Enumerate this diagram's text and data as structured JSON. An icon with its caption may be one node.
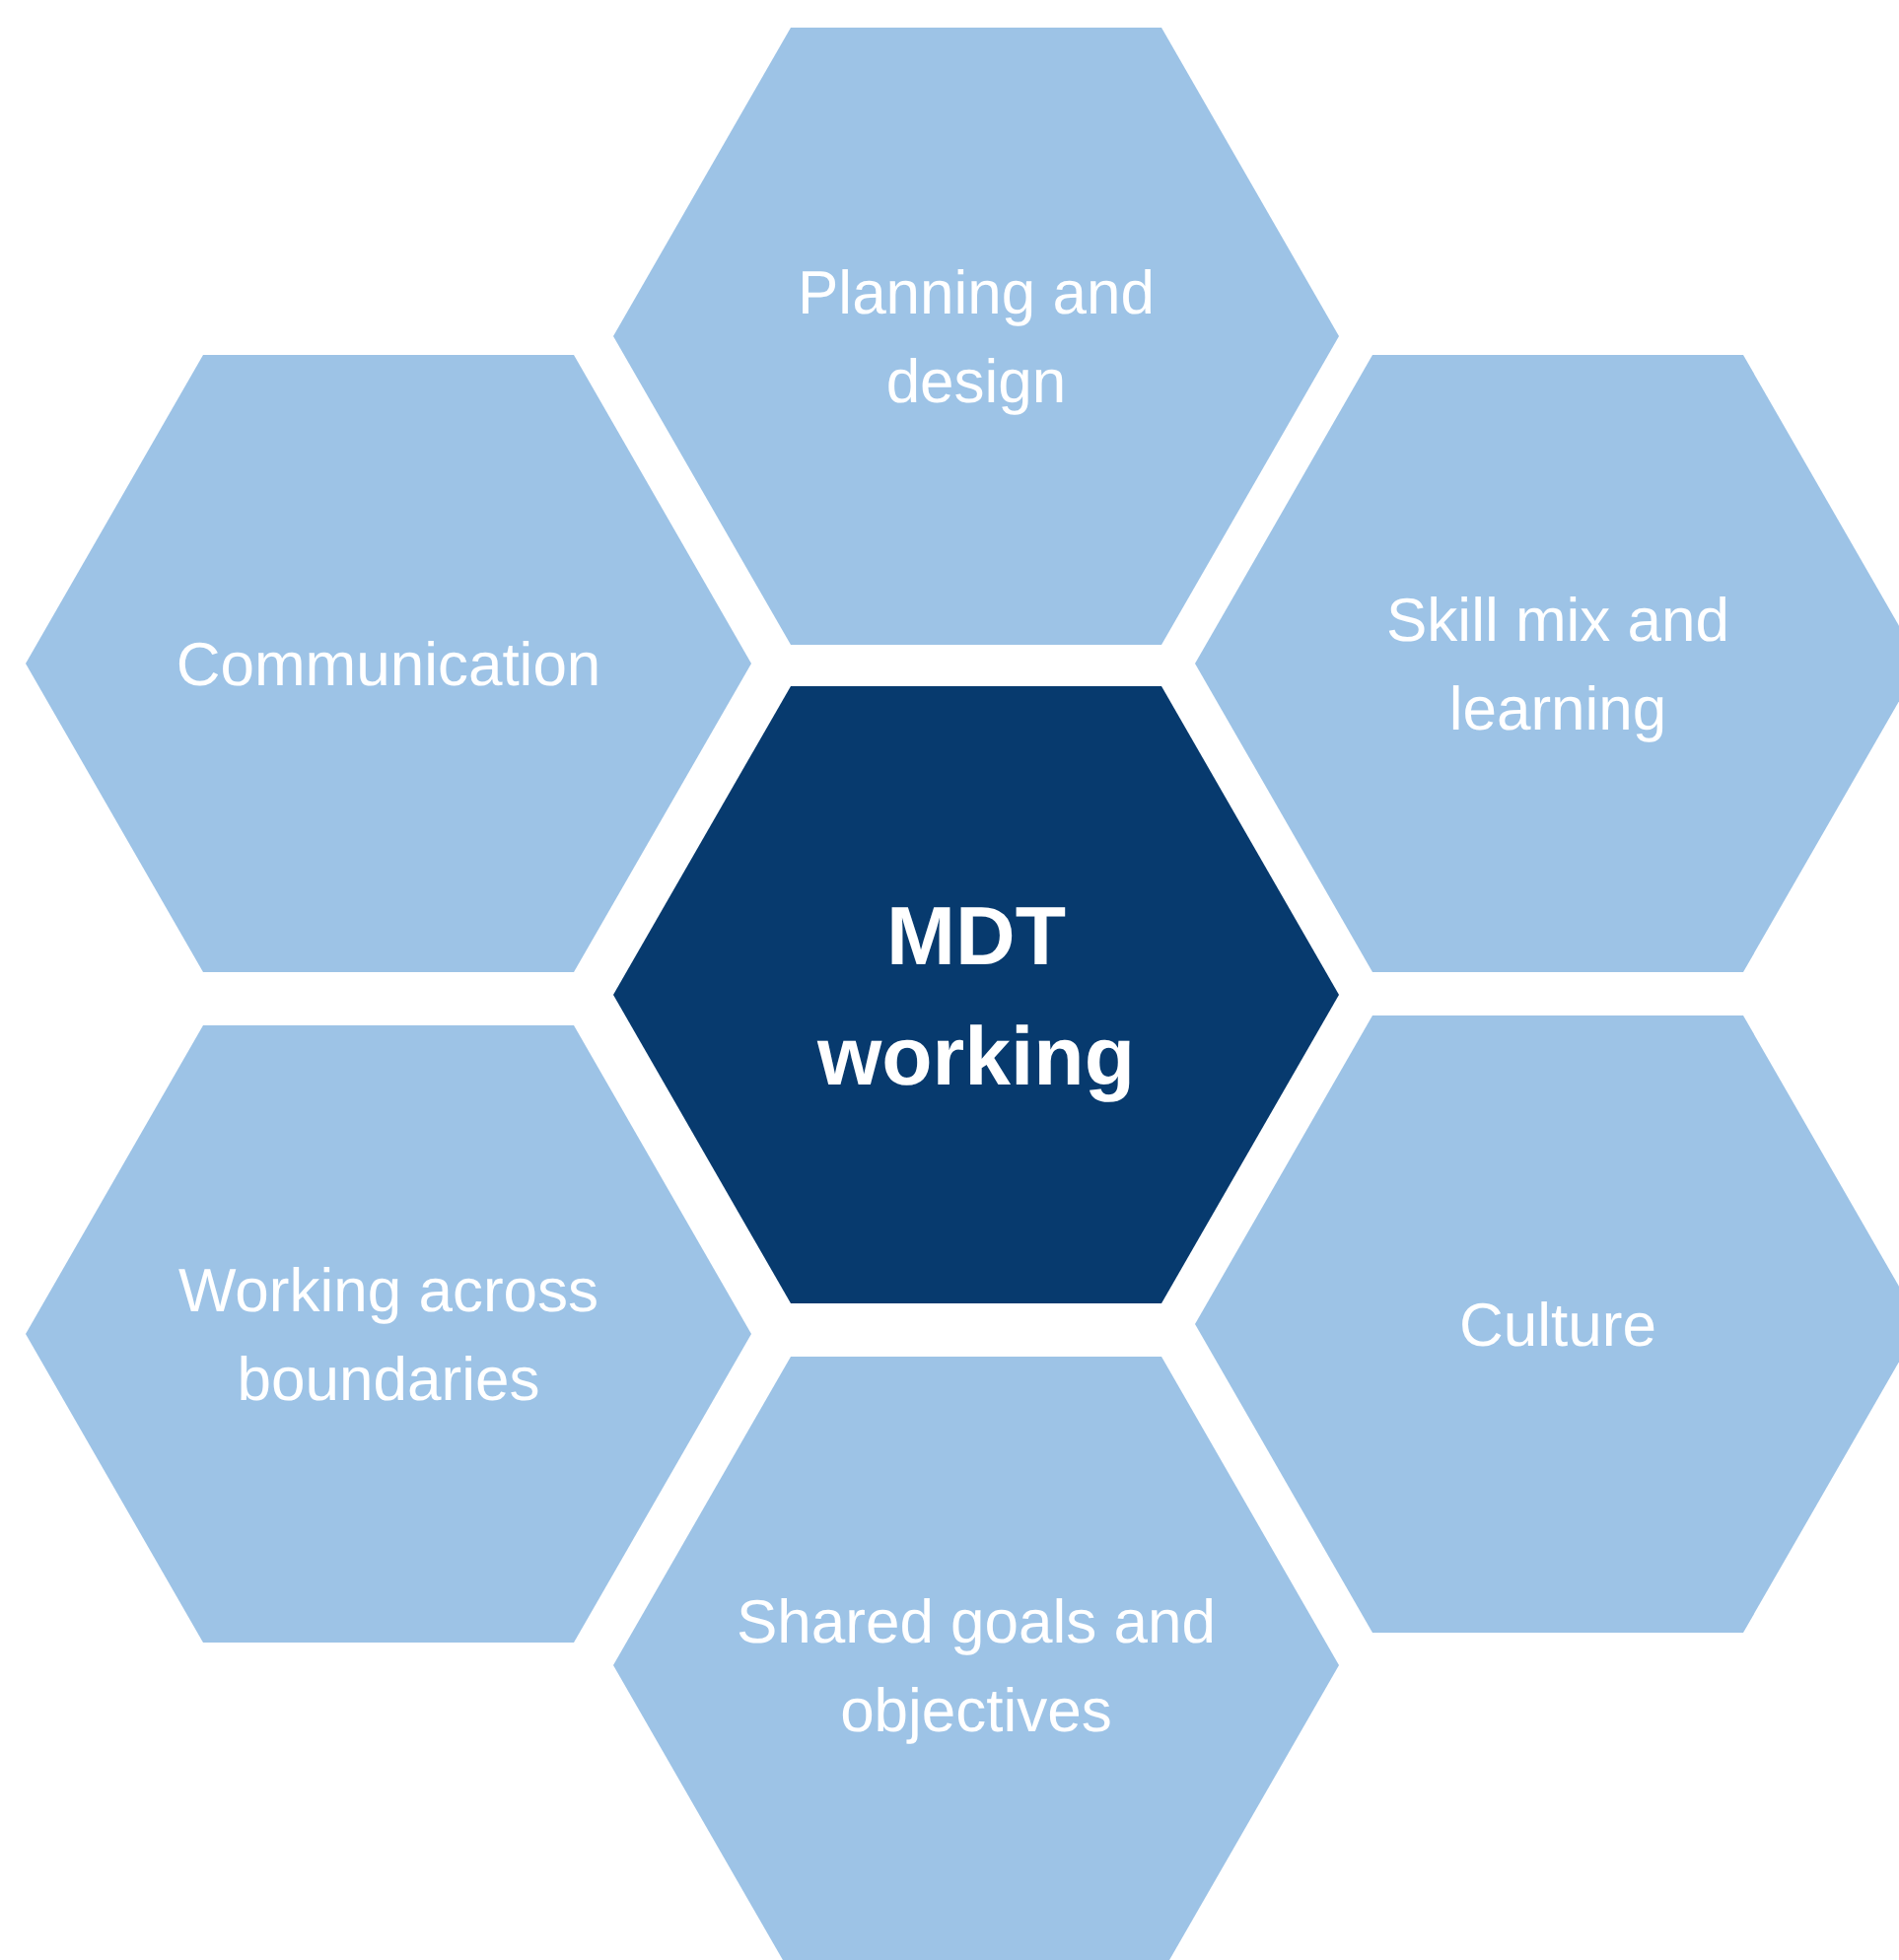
{
  "diagram": {
    "nodes": [
      {
        "text": [
          "Planning and design"
        ]
      },
      {
        "text": [
          "Communication"
        ]
      },
      {
        "text": [
          "Skill mix and learning"
        ]
      },
      {
        "text": [
          "MDT working"
        ]
      },
      {
        "text": [
          "Working across boundaries"
        ]
      },
      {
        "text": [
          "Culture"
        ]
      },
      {
        "text": [
          "Shared goals and objectives"
        ]
      }
    ]
  }
}
